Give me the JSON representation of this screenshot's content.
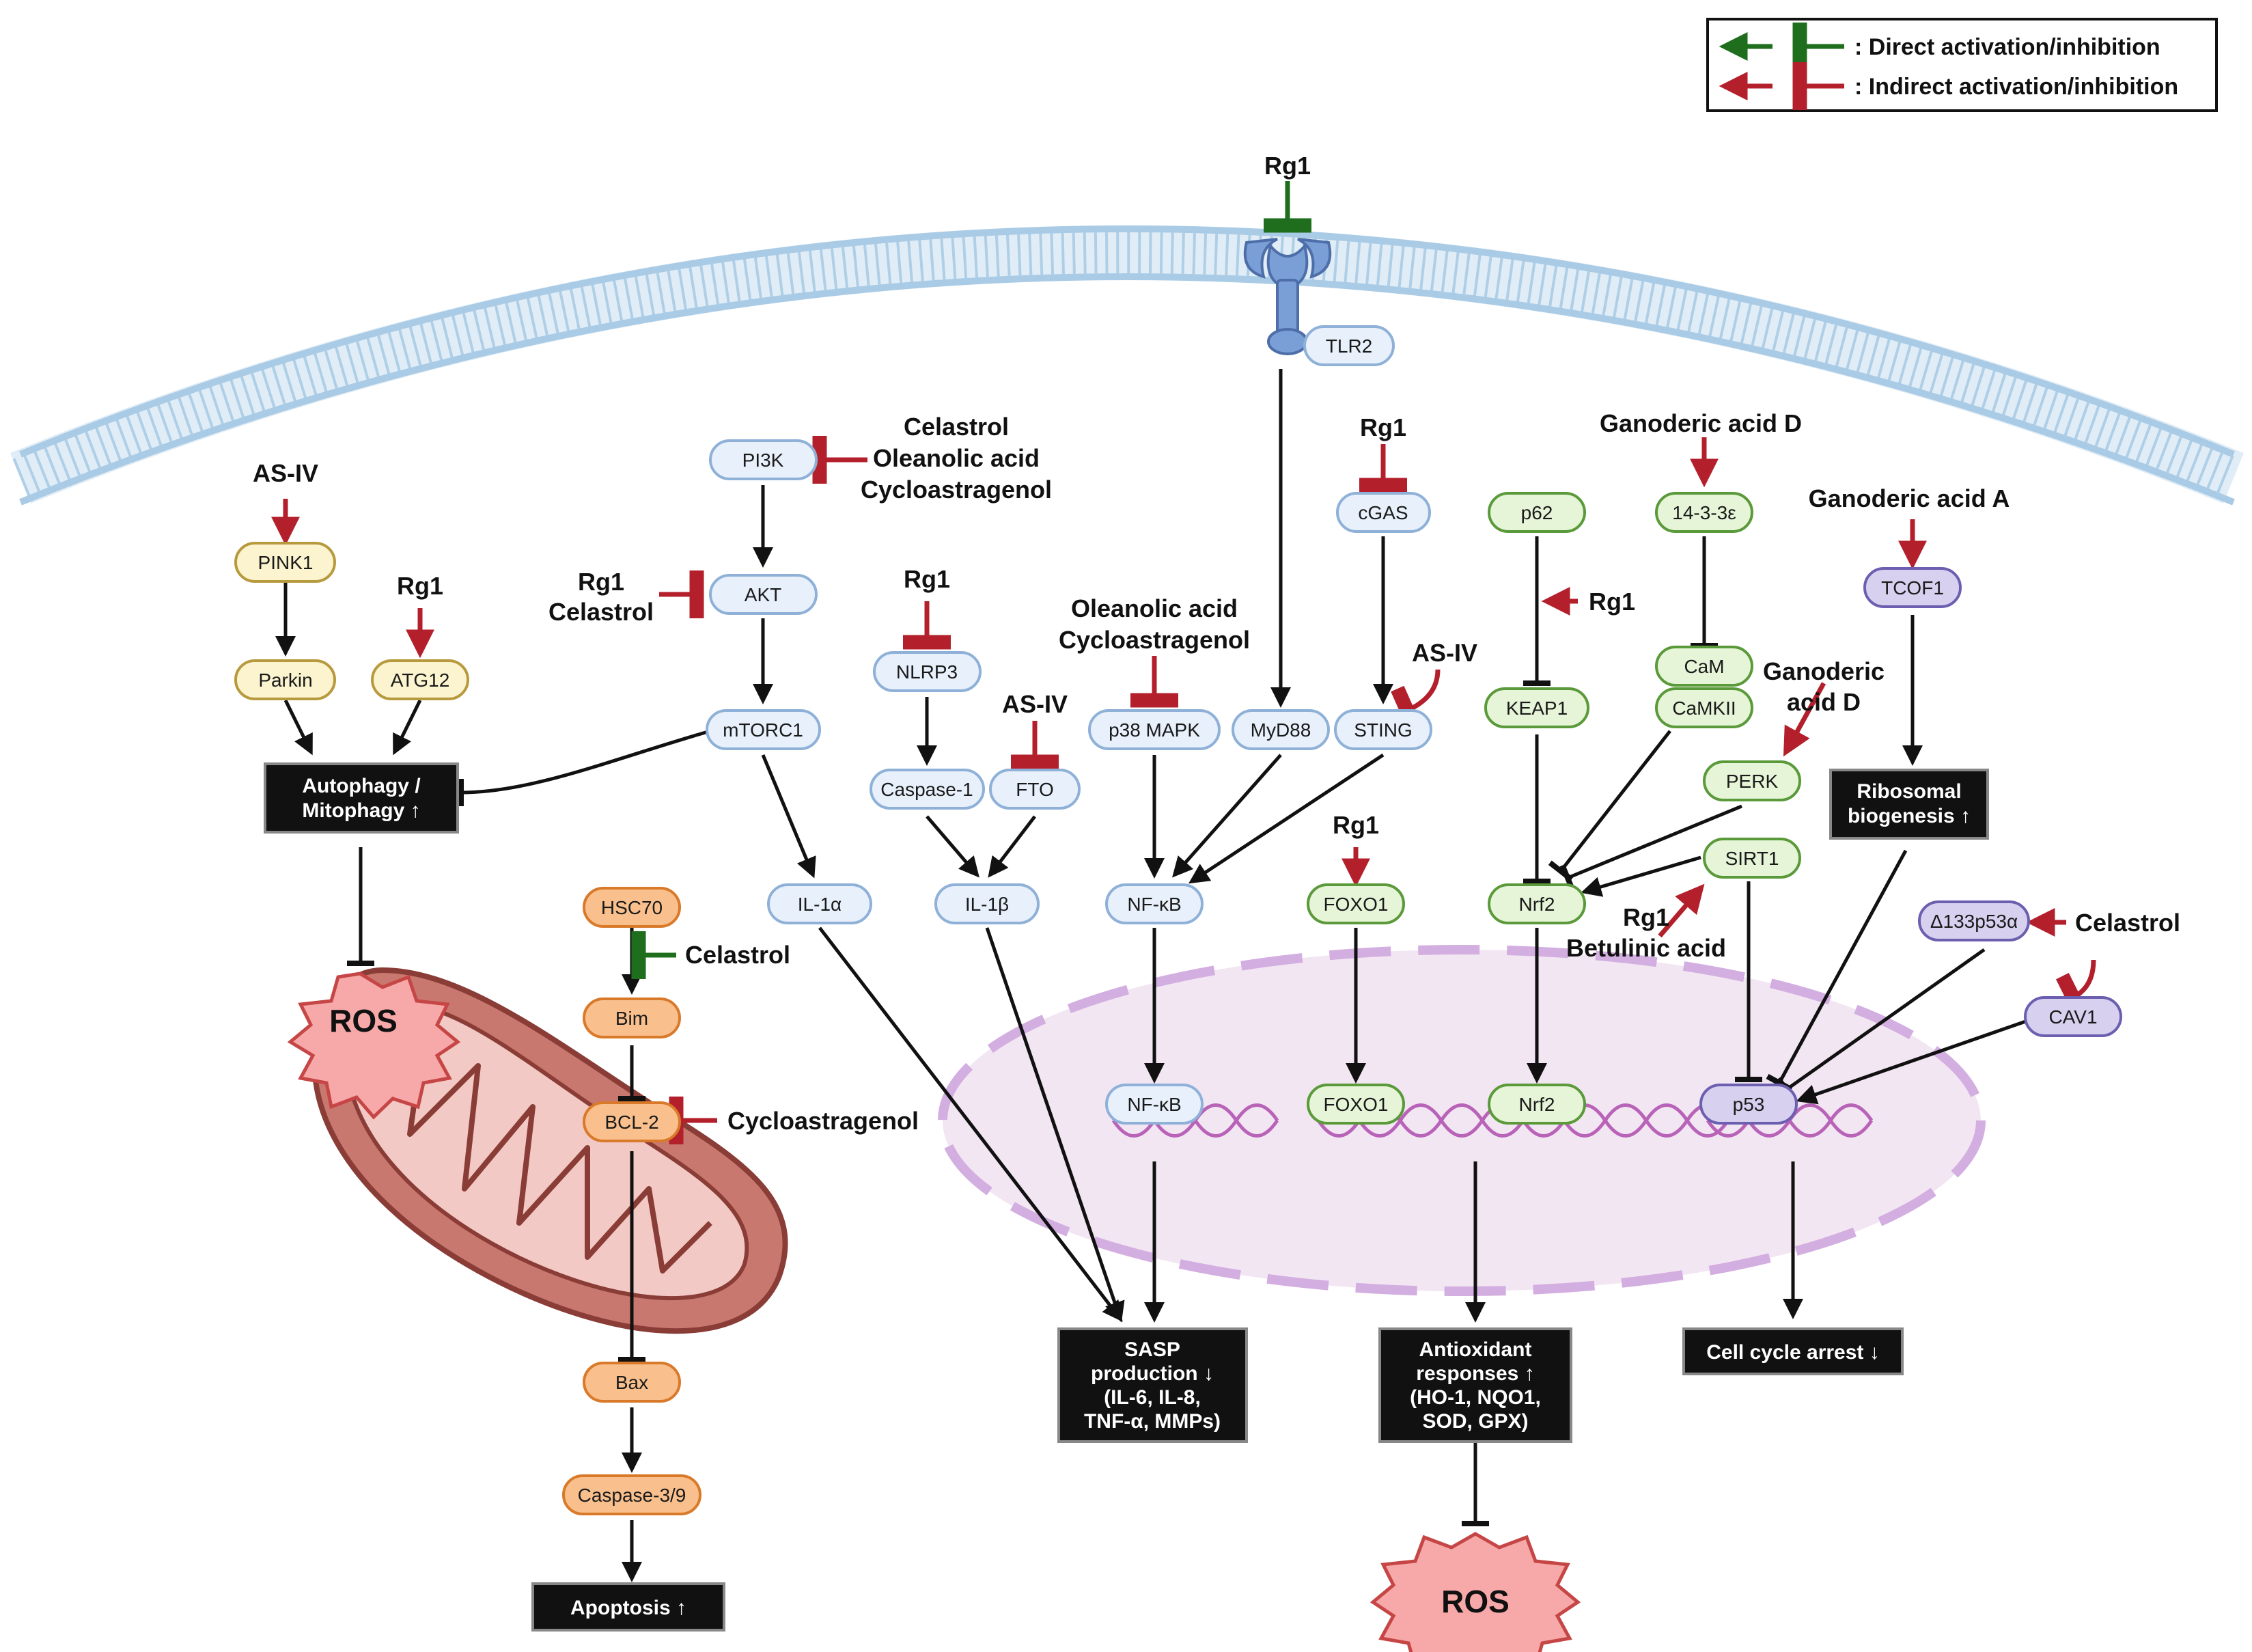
{
  "legend": {
    "direct": ": Direct activation/inhibition",
    "indirect": ": Indirect activation/inhibition"
  },
  "colors": {
    "direct": "#1e6e1e",
    "indirect": "#b3202c",
    "black": "#111111",
    "membrane": "#a9cbe6",
    "blue_fill": "#e8f1fb",
    "blue_stroke": "#8fb1d8",
    "yellow_fill": "#fbf4cf",
    "yellow_stroke": "#b89a3e",
    "orange_fill": "#f9c08d",
    "orange_stroke": "#d97a2a",
    "green_fill": "#e6f4d7",
    "green_stroke": "#5b9a3a",
    "purple_fill": "#d7d0ef",
    "purple_stroke": "#6c5fb0",
    "nucleus": "#f3e6f3",
    "nucleus_stroke": "#d3aee0",
    "mito_outer": "#c97870",
    "mito_inner": "#f2c9c4",
    "ros_fill": "#f7a8a8",
    "ros_stroke": "#c64646"
  },
  "drugs": {
    "rg1_tlr2": "Rg1",
    "asiv_pink1": "AS-IV",
    "rg1_atg12": "Rg1",
    "celastrol_pi3k_1": "Celastrol",
    "celastrol_pi3k_2": "Oleanolic acid",
    "celastrol_pi3k_3": "Cycloastragenol",
    "akt_1": "Rg1",
    "akt_2": "Celastrol",
    "rg1_nlrp3": "Rg1",
    "asiv_fto": "AS-IV",
    "p38_1": "Oleanolic acid",
    "p38_2": "Cycloastragenol",
    "rg1_cgas": "Rg1",
    "asiv_sting": "AS-IV",
    "rg1_foxo1": "Rg1",
    "rg1_keap1": "Rg1",
    "gad_1433": "Ganoderic acid D",
    "gad_perk_1": "Ganoderic",
    "gad_perk_2": "acid D",
    "gaa_tcof1": "Ganoderic acid A",
    "sirt1_1": "Rg1",
    "sirt1_2": "Betulinic acid",
    "celastrol_d133": "Celastrol",
    "celastrol_hsc70": "Celastrol",
    "cyclo_bcl2": "Cycloastragenol"
  },
  "nodes": {
    "tlr2": "TLR2",
    "pi3k": "PI3K",
    "akt": "AKT",
    "mtorc1": "mTORC1",
    "pink1": "PINK1",
    "parkin": "Parkin",
    "atg12": "ATG12",
    "nlrp3": "NLRP3",
    "caspase1": "Caspase-1",
    "fto": "FTO",
    "il1a": "IL-1α",
    "il1b": "IL-1β",
    "p38": "p38 MAPK",
    "myd88": "MyD88",
    "sting": "STING",
    "cgas": "cGAS",
    "nfkb": "NF-κB",
    "nfkb_nuc": "NF-κB",
    "foxo1": "FOXO1",
    "foxo1_nuc": "FOXO1",
    "p62": "p62",
    "keap1": "KEAP1",
    "nrf2": "Nrf2",
    "nrf2_nuc": "Nrf2",
    "ywhae": "14-3-3ε",
    "cam": "CaM",
    "camkii": "CaMKII",
    "perk": "PERK",
    "sirt1": "SIRT1",
    "tcof1": "TCOF1",
    "d133p53a": "Δ133p53α",
    "cav1": "CAV1",
    "p53": "p53",
    "hsc70": "HSC70",
    "bim": "Bim",
    "bcl2": "BCL-2",
    "bax": "Bax",
    "caspase39": "Caspase-3/9"
  },
  "boxes": {
    "autophagy_1": "Autophagy /",
    "autophagy_2": "Mitophagy ↑",
    "ribosomal_1": "Ribosomal",
    "ribosomal_2": "biogenesis ↑",
    "sasp_1": "SASP",
    "sasp_2": "production ↓",
    "sasp_3": "(IL-6, IL-8,",
    "sasp_4": "TNF-α, MMPs)",
    "antiox_1": "Antioxidant",
    "antiox_2": "responses ↑",
    "antiox_3": "(HO-1, NQO1,",
    "antiox_4": "SOD, GPX)",
    "cellcycle": "Cell cycle arrest ↓",
    "apoptosis": "Apoptosis ↑"
  },
  "ros": {
    "top": "ROS",
    "bottom": "ROS"
  }
}
